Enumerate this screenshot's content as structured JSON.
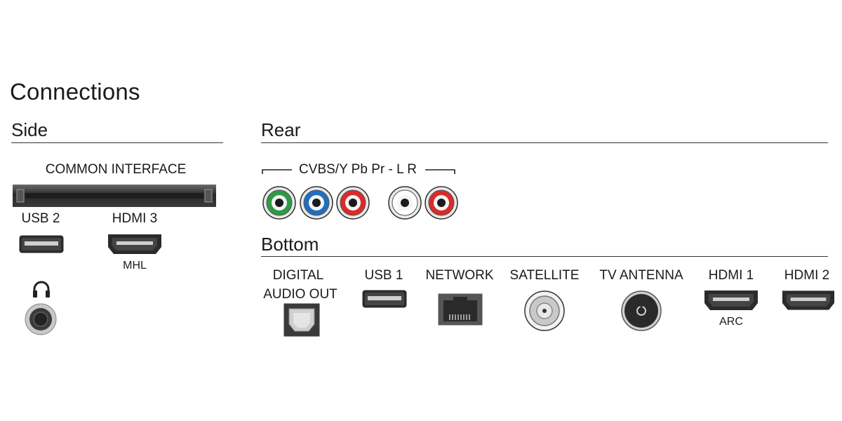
{
  "title": "Connections",
  "sections": {
    "side": "Side",
    "rear": "Rear",
    "bottom": "Bottom"
  },
  "side": {
    "common_interface_label": "COMMON INTERFACE",
    "usb2_label": "USB 2",
    "hdmi3_label": "HDMI 3",
    "hdmi3_sublabel": "MHL",
    "headphone_icon": "headphone-icon"
  },
  "rear": {
    "bracket_label": "CVBS/Y Pb Pr - L R",
    "jacks": [
      {
        "name": "Y",
        "color": "#2e9a46"
      },
      {
        "name": "Pb",
        "color": "#1f6fc0"
      },
      {
        "name": "Pr",
        "color": "#d92b2b"
      },
      {
        "name": "L",
        "color": "#ffffff"
      },
      {
        "name": "R",
        "color": "#d92b2b"
      }
    ]
  },
  "bottom": {
    "digital_audio_label_1": "DIGITAL",
    "digital_audio_label_2": "AUDIO OUT",
    "usb1_label": "USB 1",
    "network_label": "NETWORK",
    "satellite_label": "SATELLITE",
    "tv_antenna_label": "TV ANTENNA",
    "hdmi1_label": "HDMI 1",
    "hdmi1_sublabel": "ARC",
    "hdmi2_label": "HDMI 2"
  },
  "colors": {
    "text": "#1a1a1a",
    "rule": "#333333",
    "port_dark": "#2b2b2b",
    "port_gray": "#b9b9b9"
  }
}
